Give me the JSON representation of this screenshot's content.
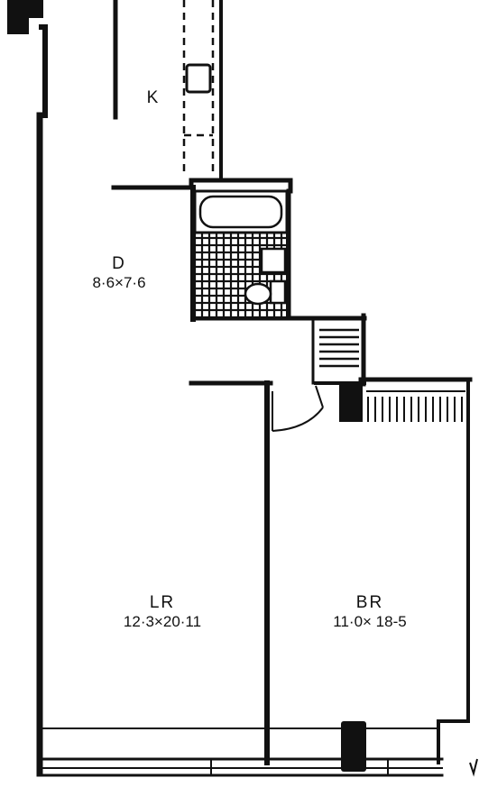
{
  "plan": {
    "ink_color": "#111111",
    "paper_color": "#ffffff",
    "rooms": {
      "kitchen": {
        "name": "K"
      },
      "dining": {
        "name": "D",
        "dimensions": "8·6×7·6"
      },
      "living_room": {
        "name": "LR",
        "dimensions": "12·3×20·11"
      },
      "bedroom": {
        "name": "BR",
        "dimensions": "11·0× 18-5"
      }
    }
  }
}
